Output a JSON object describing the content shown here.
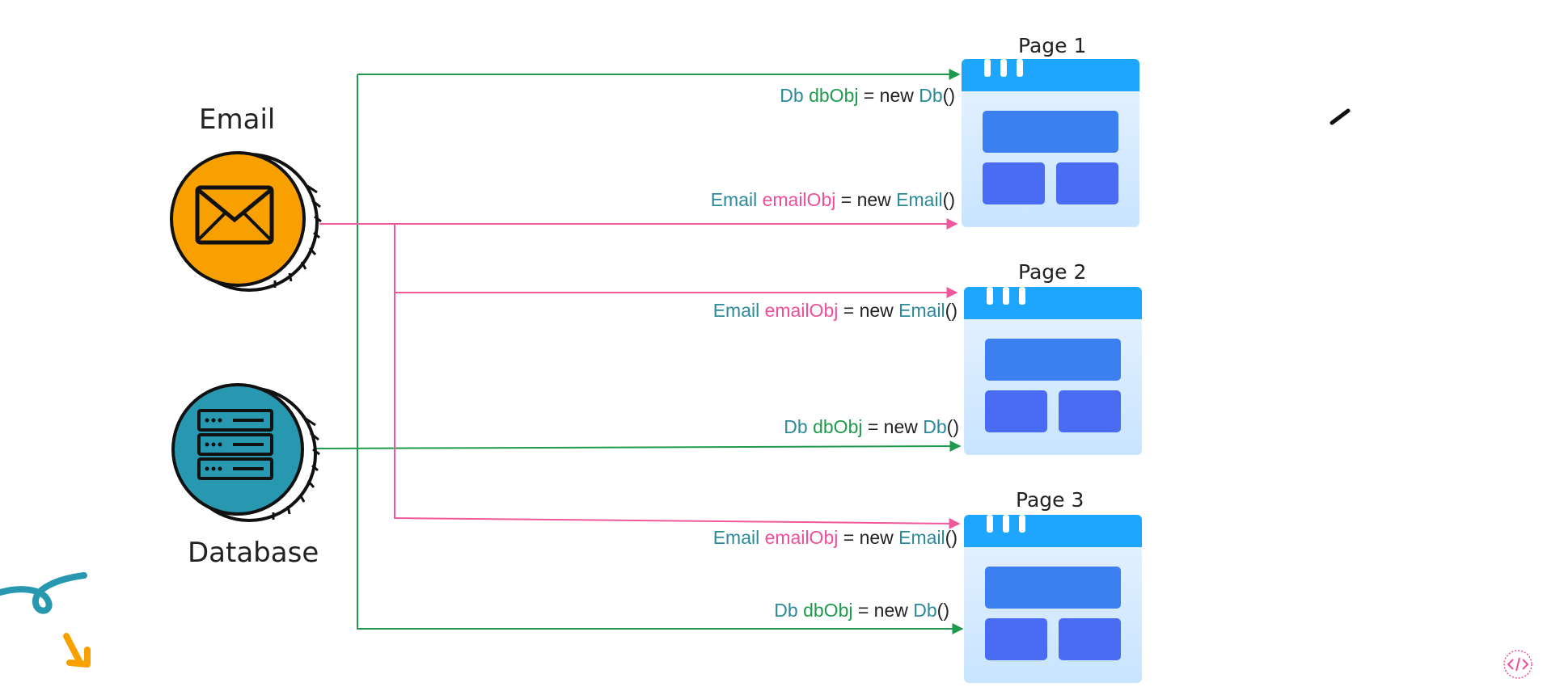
{
  "colors": {
    "green": "#1f9a4d",
    "pink": "#f0589c",
    "email_coin": "#f7a000",
    "db_coin": "#2898b0",
    "page_header": "#1ea6ff",
    "page_block": "#3c7ff0"
  },
  "sources": {
    "email": {
      "label": "Email",
      "icon": "envelope-icon"
    },
    "database": {
      "label": "Database",
      "icon": "server-icon"
    }
  },
  "pages": [
    {
      "title": "Page 1"
    },
    {
      "title": "Page 2"
    },
    {
      "title": "Page 3"
    }
  ],
  "code_lines": {
    "p1_db": {
      "type": "Db",
      "var": "dbObj",
      "eq": " = new ",
      "ctor": "Db",
      "parens": "()"
    },
    "p1_email": {
      "type": "Email",
      "var": "emailObj",
      "eq": " = new ",
      "ctor": "Email",
      "parens": "()"
    },
    "p2_email": {
      "type": "Email",
      "var": "emailObj",
      "eq": " = new ",
      "ctor": "Email",
      "parens": "()"
    },
    "p2_db": {
      "type": "Db",
      "var": "dbObj",
      "eq": " = new ",
      "ctor": "Db",
      "parens": "()"
    },
    "p3_email": {
      "type": "Email",
      "var": "emailObj",
      "eq": " = new ",
      "ctor": "Email",
      "parens": "()"
    },
    "p3_db": {
      "type": "Db",
      "var": "dbObj",
      "eq": " = new ",
      "ctor": "Db",
      "parens": "()"
    }
  }
}
